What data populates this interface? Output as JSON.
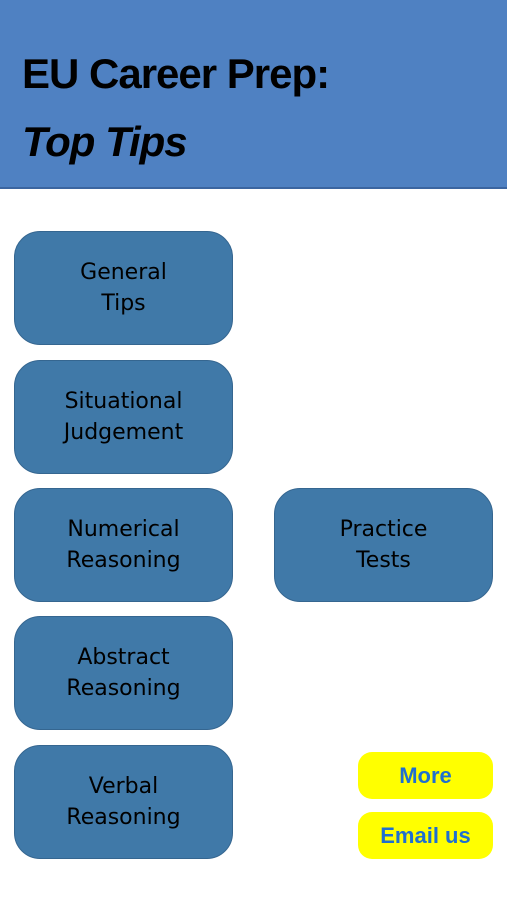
{
  "header": {
    "title_line1": "EU Career Prep:",
    "title_line2": "Top Tips"
  },
  "menu": {
    "general_tips": "General\nTips",
    "situational_judgement": "Situational\nJudgement",
    "numerical_reasoning": "Numerical\nReasoning",
    "abstract_reasoning": "Abstract\nReasoning",
    "verbal_reasoning": "Verbal\nReasoning",
    "practice_tests": "Practice\nTests"
  },
  "actions": {
    "more": "More",
    "email_us": "Email us"
  },
  "colors": {
    "header_bg": "#4f81c2",
    "tile_bg": "#4079a8",
    "action_bg": "#ffff00",
    "action_text": "#1f6fd0"
  }
}
